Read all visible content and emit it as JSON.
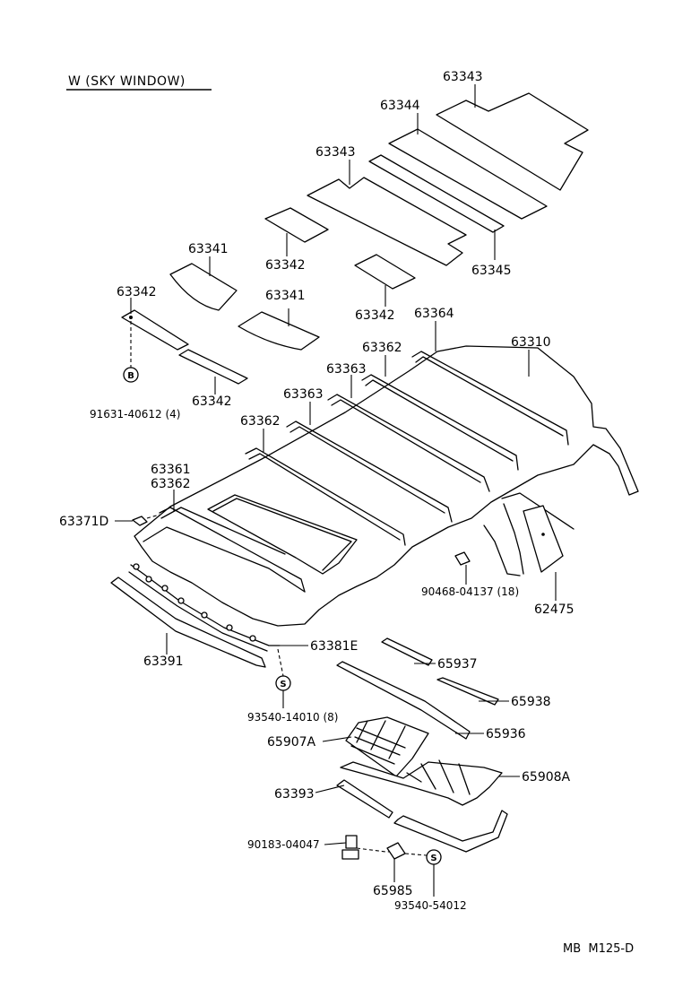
{
  "title": "W (SKY WINDOW)",
  "footer": "MB  M125-D",
  "parts": {
    "p63343_top": "63343",
    "p63344": "63344",
    "p63343_mid": "63343",
    "p63345": "63345",
    "p63341_a": "63341",
    "p63342_a": "63342",
    "p63342_b": "63342",
    "p63341_b": "63341",
    "p63342_c": "63342",
    "p63342_d": "63342",
    "p63364": "63364",
    "p63310": "63310",
    "p63362_a": "63362",
    "p63363_a": "63363",
    "p63363_b": "63363",
    "p63362_b": "63362",
    "p63361": "63361",
    "p63362_c": "63362",
    "p63371D": "63371D",
    "p91631": "91631-40612 (4)",
    "p90468": "90468-04137 (18)",
    "p62475": "62475",
    "p63381E": "63381E",
    "p63391": "63391",
    "p93540_14010": "93540-14010 (8)",
    "p65937": "65937",
    "p65938": "65938",
    "p65936": "65936",
    "p65907A": "65907A",
    "p65908A": "65908A",
    "p63393": "63393",
    "p90183": "90183-04047",
    "p65985": "65985",
    "p93540_54012": "93540-54012"
  },
  "symbols": {
    "bolt_b": "B",
    "screw_s1": "S",
    "screw_s2": "S"
  }
}
